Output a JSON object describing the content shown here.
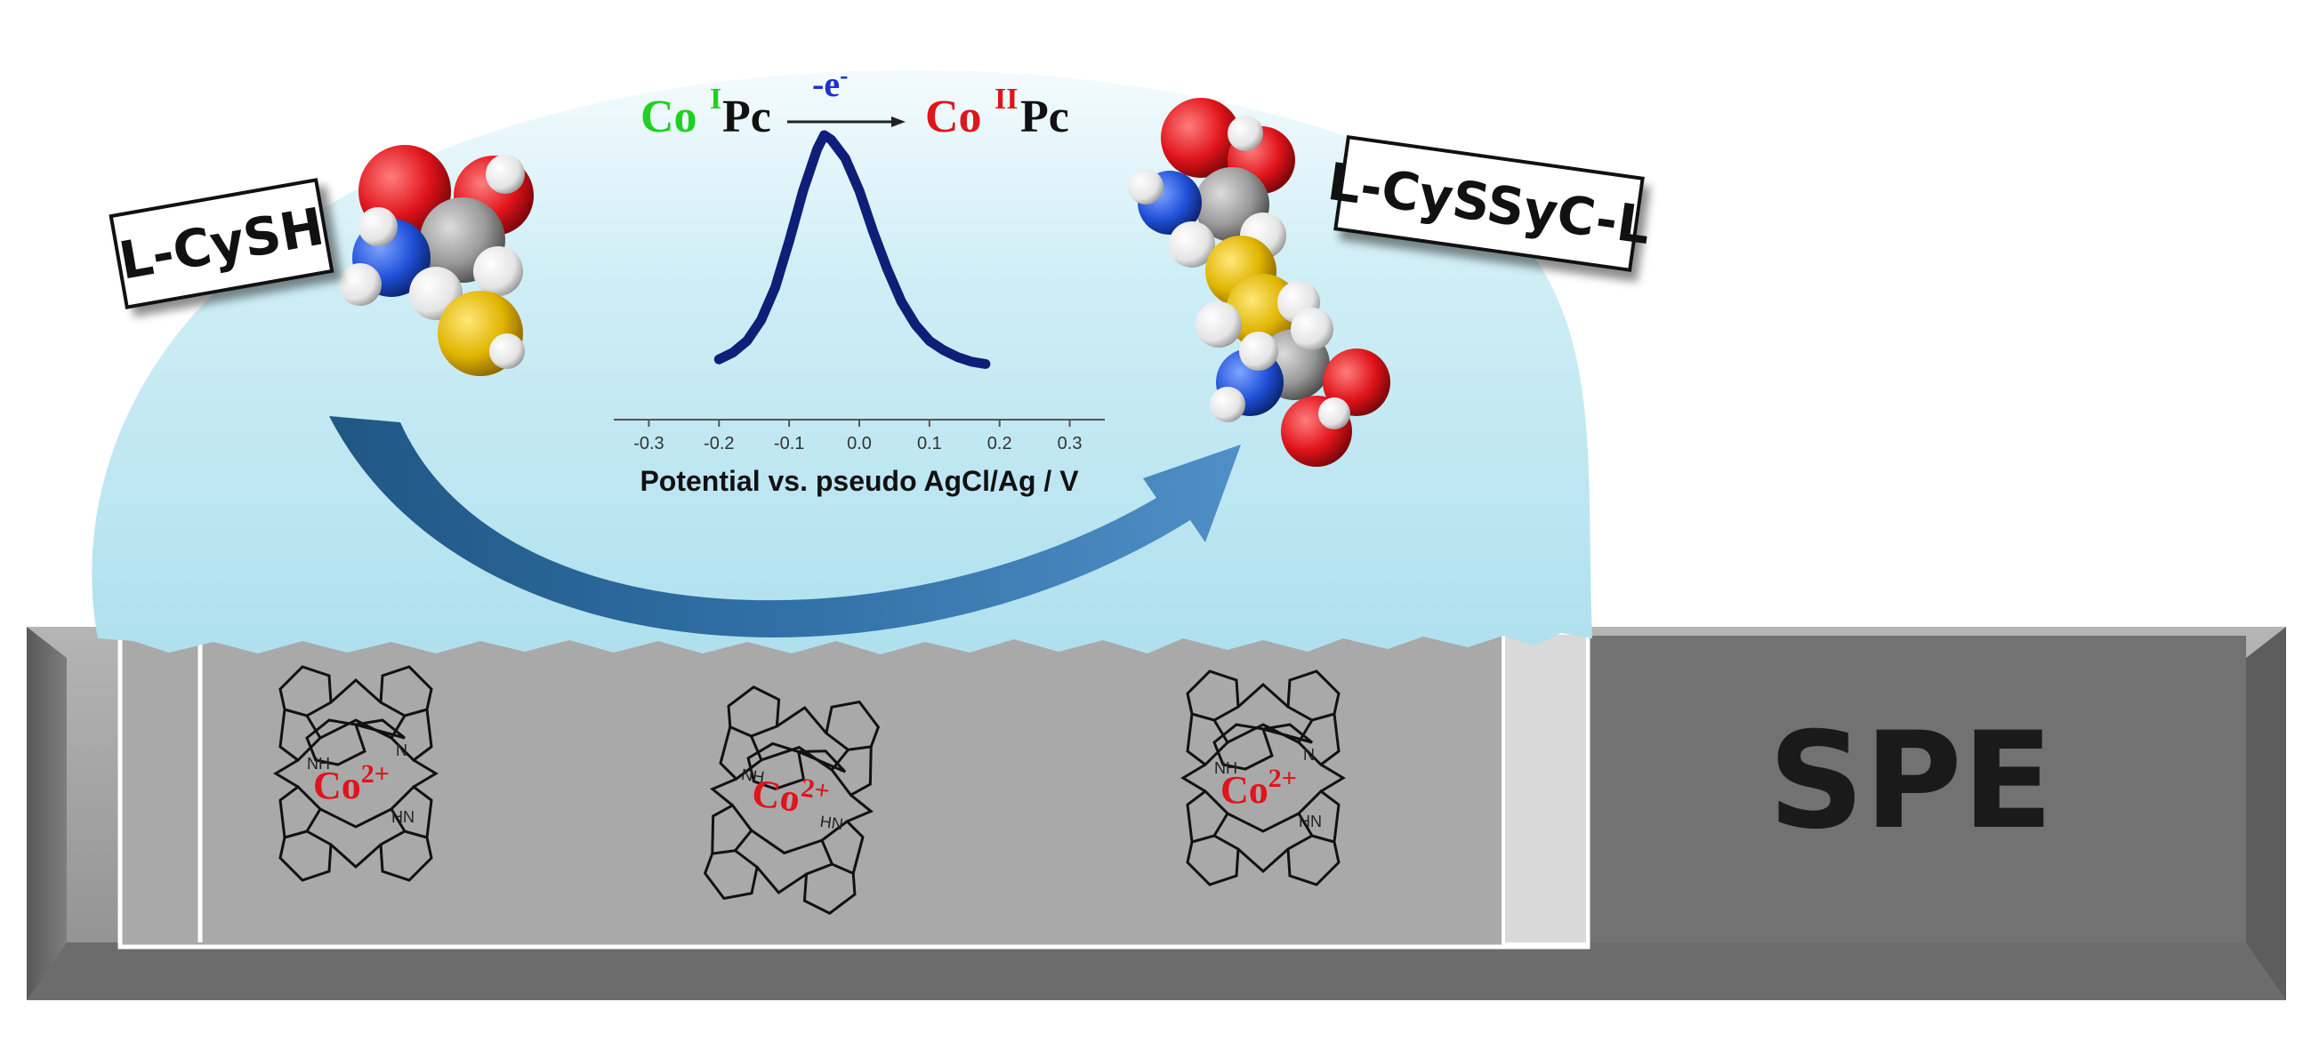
{
  "labels": {
    "reactant": "L-CySH",
    "product": "L-CySSyC-L",
    "electrode": "SPE",
    "electron_transfer": "-e",
    "electron_sup": "-"
  },
  "reaction": {
    "left_metal": "Co",
    "left_ox": "I",
    "left_rest": "Pc",
    "right_metal": "Co",
    "right_ox": "II",
    "right_rest": "Pc"
  },
  "complexes": {
    "ion": "Co",
    "charge": "2+",
    "nh": "NH",
    "n": "N",
    "hn": "HN"
  },
  "chart_data": {
    "type": "line",
    "xlabel": "Potential vs. pseudo AgCl/Ag / V",
    "x_ticks": [
      "-0.3",
      "-0.2",
      "-0.1",
      "0.0",
      "0.1",
      "0.2",
      "0.3"
    ],
    "xlim": [
      -0.35,
      0.35
    ],
    "x": [
      -0.2,
      -0.18,
      -0.16,
      -0.14,
      -0.12,
      -0.1,
      -0.08,
      -0.06,
      -0.05,
      -0.04,
      -0.02,
      0.0,
      0.02,
      0.04,
      0.06,
      0.08,
      0.1,
      0.12,
      0.14,
      0.16,
      0.18
    ],
    "y": [
      0.03,
      0.06,
      0.11,
      0.2,
      0.34,
      0.54,
      0.76,
      0.94,
      1.0,
      0.98,
      0.9,
      0.76,
      0.58,
      0.42,
      0.28,
      0.18,
      0.11,
      0.07,
      0.04,
      0.02,
      0.01
    ]
  },
  "colors": {
    "droplet": "#bfe7f2",
    "electrode_top": "#9d9d9d",
    "electrode_side": "#6f6f6f",
    "curve": "#0f1f78",
    "co_green": "#1fd01f",
    "co_red": "#e0141b",
    "minus_e_blue": "#1d2fd1",
    "arrow": "#1f5f93"
  }
}
